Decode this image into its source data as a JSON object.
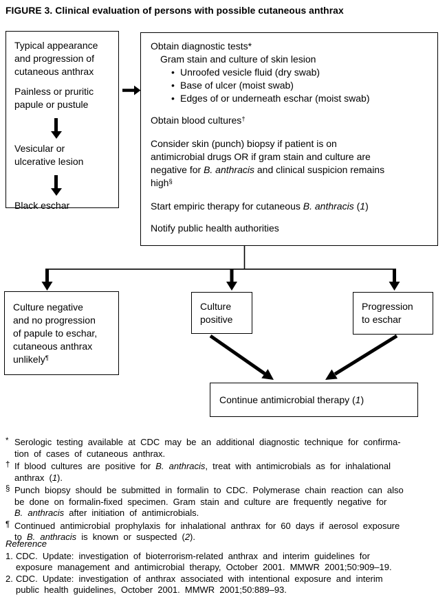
{
  "title": "FIGURE 3. Clinical evaluation of persons with possible cutaneous anthrax",
  "flow": {
    "appearance": {
      "p1": [
        {
          "t": "Typical appearance"
        },
        {
          "br": true
        },
        {
          "t": "and progression of"
        },
        {
          "br": true
        },
        {
          "t": "cutaneous anthrax"
        }
      ],
      "p2": [
        {
          "t": "Painless or pruritic"
        },
        {
          "br": true
        },
        {
          "t": "papule or pustule"
        }
      ],
      "p3": [
        {
          "t": "Vesicular or"
        },
        {
          "br": true
        },
        {
          "t": "ulcerative lesion"
        }
      ],
      "p4": [
        {
          "t": "Black eschar"
        }
      ]
    },
    "main": {
      "tests_title": "Obtain diagnostic tests*",
      "gram_stain": "Gram stain and culture of skin lesion",
      "bullet": "•",
      "bullets": [
        "Unroofed vesicle fluid (dry swab)",
        "Base of ulcer (moist swab)",
        "Edges of or underneath eschar (moist swab)"
      ],
      "blood": [
        {
          "t": "Obtain blood cultures"
        },
        {
          "t": "†",
          "sup": true
        }
      ],
      "biopsy": [
        {
          "t": "Consider skin (punch) biopsy if patient is on"
        },
        {
          "br": true
        },
        {
          "t": "antimicrobial drugs OR if gram stain and culture are"
        },
        {
          "br": true
        },
        {
          "t": "negative for "
        },
        {
          "t": "B. anthracis",
          "i": true
        },
        {
          "t": " and clinical suspicion remains"
        },
        {
          "br": true
        },
        {
          "t": "high"
        },
        {
          "t": "§",
          "sup": true
        }
      ],
      "empiric": [
        {
          "t": "Start empiric therapy for cutaneous "
        },
        {
          "t": "B. anthracis",
          "i": true
        },
        {
          "t": " ("
        },
        {
          "t": "1",
          "i": true
        },
        {
          "t": ")"
        }
      ],
      "notify": "Notify public health authorities"
    },
    "culture_negative": [
      {
        "t": "Culture negative"
      },
      {
        "br": true
      },
      {
        "t": "and no progression"
      },
      {
        "br": true
      },
      {
        "t": "of papule to eschar,"
      },
      {
        "br": true
      },
      {
        "t": "cutaneous anthrax"
      },
      {
        "br": true
      },
      {
        "t": "unlikely"
      },
      {
        "t": "¶",
        "sup": true
      }
    ],
    "culture_positive": [
      {
        "t": "Culture"
      },
      {
        "br": true
      },
      {
        "t": "positive"
      }
    ],
    "progression_eschar": [
      {
        "t": "Progression"
      },
      {
        "br": true
      },
      {
        "t": "to eschar"
      }
    ],
    "continue_box": [
      {
        "t": "Continue antimicrobial therapy ("
      },
      {
        "t": "1",
        "i": true
      },
      {
        "t": ")"
      }
    ]
  },
  "footnotes": [
    {
      "marker": "*",
      "segments": [
        {
          "t": "Serologic testing available at CDC may be an additional diagnostic technique for confirma-"
        },
        {
          "br": true
        },
        {
          "t": "tion of cases of cutaneous anthrax."
        }
      ]
    },
    {
      "marker": "†",
      "segments": [
        {
          "t": "If blood cultures are positive for "
        },
        {
          "t": "B. anthracis",
          "i": true
        },
        {
          "t": ", treat with antimicrobials as for inhalational"
        },
        {
          "br": true
        },
        {
          "t": "anthrax ("
        },
        {
          "t": "1",
          "i": true
        },
        {
          "t": ")."
        }
      ]
    },
    {
      "marker": "§",
      "segments": [
        {
          "t": "Punch biopsy should be submitted in formalin to CDC. Polymerase chain reaction can also"
        },
        {
          "br": true
        },
        {
          "t": "be done on formalin-fixed specimen. Gram stain and culture are frequently negative for"
        },
        {
          "br": true
        },
        {
          "t": "B. anthracis",
          "i": true
        },
        {
          "t": " after initiation of antimicrobials."
        }
      ]
    },
    {
      "marker": "¶",
      "segments": [
        {
          "t": "Continued antimicrobial prophylaxis for inhalational anthrax for 60 days if aerosol exposure"
        },
        {
          "br": true
        },
        {
          "t": "to "
        },
        {
          "t": "B. anthracis",
          "i": true
        },
        {
          "t": " is known or suspected ("
        },
        {
          "t": "2",
          "i": true
        },
        {
          "t": ")."
        }
      ]
    }
  ],
  "references": {
    "heading": "Reference",
    "items": [
      {
        "num": "1.",
        "segments": [
          {
            "t": "CDC. Update: investigation of bioterrorism-related anthrax and interim guidelines for"
          },
          {
            "br": true
          },
          {
            "t": "exposure management and antimicrobial therapy, October 2001. MMWR 2001;50:909–19."
          }
        ]
      },
      {
        "num": "2.",
        "segments": [
          {
            "t": "CDC. Update: investigation of anthrax associated with intentional exposure and interim"
          },
          {
            "br": true
          },
          {
            "t": "public health guidelines, October 2001. MMWR 2001;50:889–93."
          }
        ]
      }
    ]
  }
}
